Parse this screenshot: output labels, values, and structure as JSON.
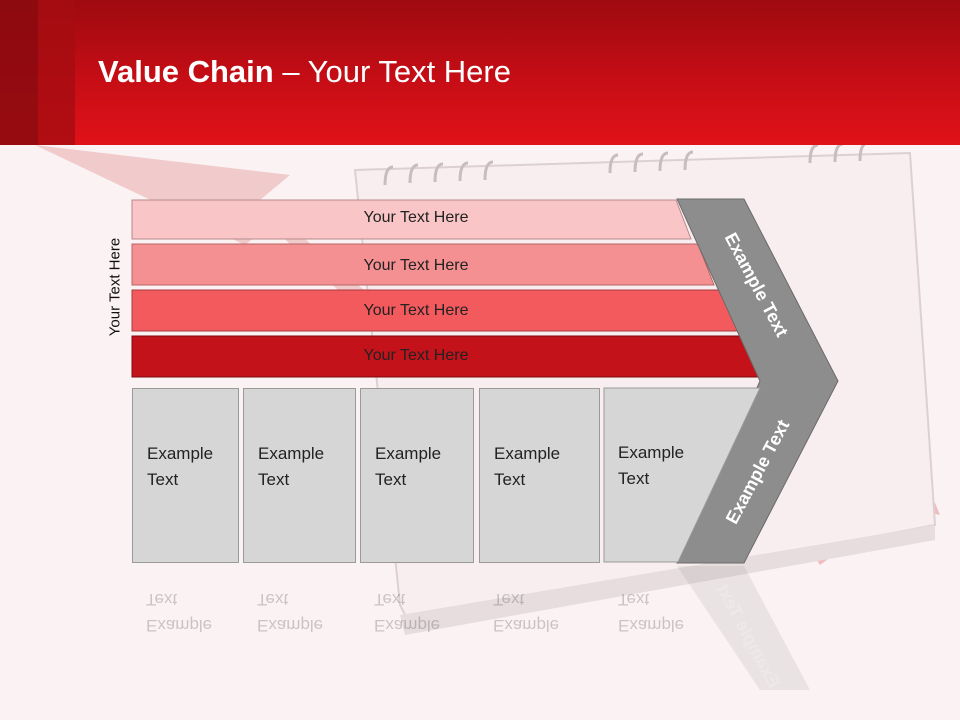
{
  "slide": {
    "title_bold": "Value Chain",
    "title_rest": " – Your Text Here",
    "vertical_label": "Your Text Here",
    "rows": [
      "Your Text Here",
      "Your Text Here",
      "Your Text Here",
      "Your Text Here"
    ],
    "boxes": [
      {
        "line1": "Example",
        "line2": "Text"
      },
      {
        "line1": "Example",
        "line2": "Text"
      },
      {
        "line1": "Example",
        "line2": "Text"
      },
      {
        "line1": "Example",
        "line2": "Text"
      },
      {
        "line1": "Example",
        "line2": "Text"
      }
    ],
    "arrow_upper": "Example Text",
    "arrow_lower": "Example Text",
    "colors": {
      "header": "#c60d15",
      "row1": "#f9c5c6",
      "row2": "#f59092",
      "row3": "#f25a5e",
      "row4": "#c3121a",
      "box": "#d6d6d6",
      "chevron": "#8d8d8d"
    }
  }
}
